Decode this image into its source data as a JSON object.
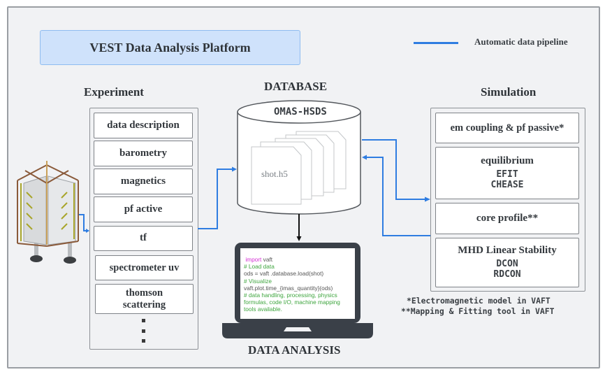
{
  "title": "VEST Data Analysis Platform",
  "legend": {
    "label": "Automatic data pipeline",
    "color": "#2f7de1"
  },
  "experiment": {
    "label": "Experiment",
    "items": [
      "data description",
      "barometry",
      "magnetics",
      "pf active",
      "tf",
      "spectrometer uv",
      "thomson scattering"
    ],
    "more_icon": "vertical-ellipsis"
  },
  "database": {
    "label": "DATABASE",
    "store_name": "OMAS-HSDS",
    "file_name": "shot.h5"
  },
  "analysis": {
    "label": "DATA ANALYSIS",
    "code": [
      {
        "type": "code",
        "kw": "import",
        "text": " vaft"
      },
      {
        "type": "comment",
        "text": "# Load data"
      },
      {
        "type": "code",
        "kw": "",
        "text": "ods = vaft .database.load(shot)"
      },
      {
        "type": "comment",
        "text": "# Visualize"
      },
      {
        "type": "code",
        "kw": "",
        "text": "vaft.plot.time_{imas_quantity}(ods)"
      },
      {
        "type": "comment",
        "text": "# data handling, processing, physics"
      },
      {
        "type": "comment",
        "text": "formulas, code I/O, machine mapping"
      },
      {
        "type": "comment",
        "text": "tools available."
      }
    ]
  },
  "simulation": {
    "label": "Simulation",
    "items": [
      {
        "title": "em coupling & pf passive*",
        "codes": []
      },
      {
        "title": "equilibrium",
        "codes": [
          "EFIT",
          "CHEASE"
        ]
      },
      {
        "title": "core profile**",
        "codes": []
      },
      {
        "title": "MHD Linear Stability",
        "codes": [
          "DCON",
          "RDCON"
        ]
      }
    ],
    "footnotes": [
      "*Electromagnetic model in VAFT",
      "**Mapping & Fitting tool in VAFT"
    ]
  },
  "colors": {
    "pipeline": "#2f7de1",
    "title_bg": "#cfe2fb",
    "background": "#f1f2f4",
    "laptop": "#3a4048"
  }
}
